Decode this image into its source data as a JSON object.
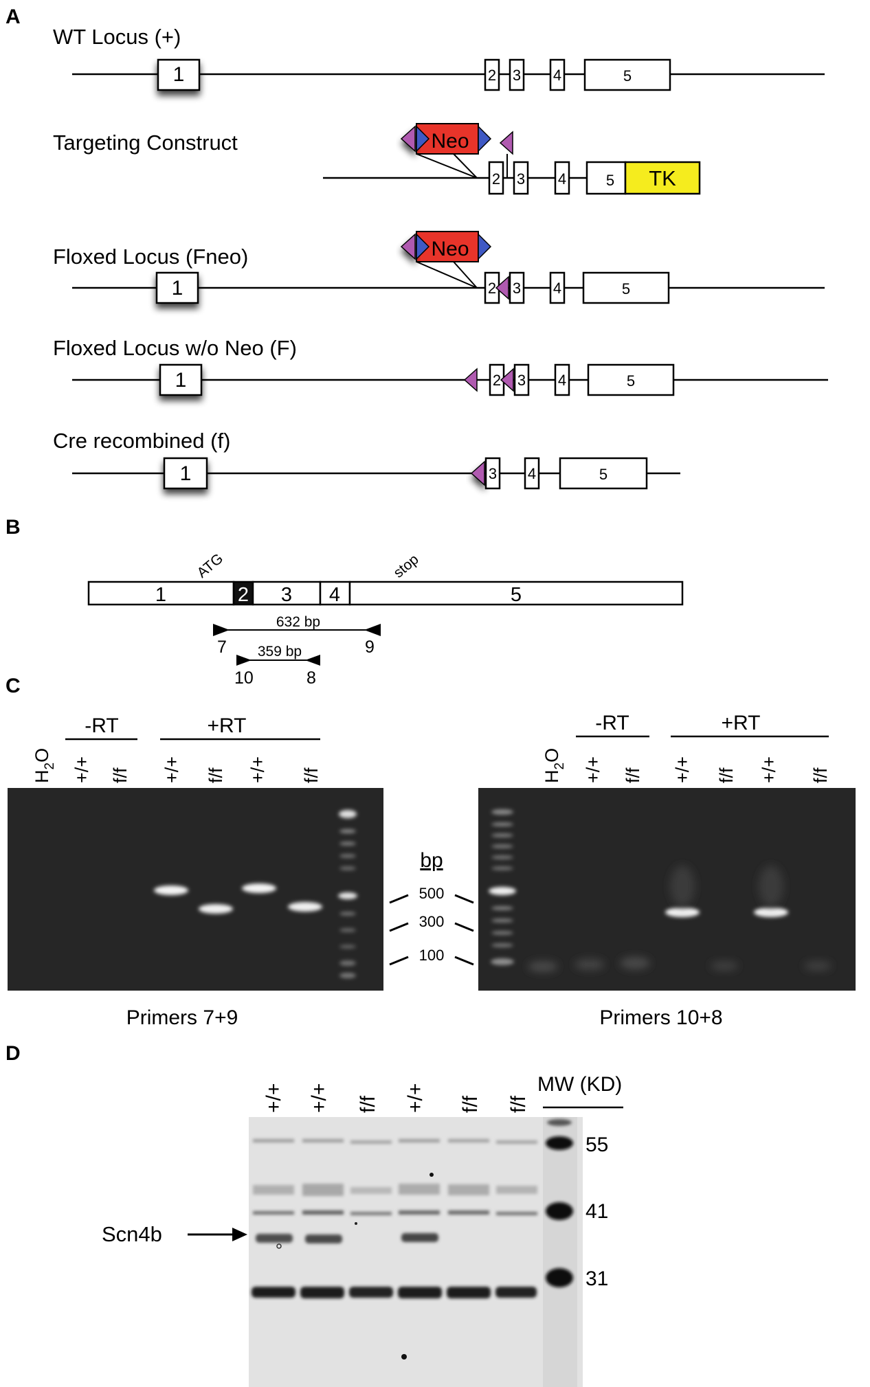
{
  "panels": {
    "A": {
      "letter": "A",
      "rows": [
        {
          "title": "WT Locus (+)"
        },
        {
          "title": "Targeting Construct"
        },
        {
          "title": "Floxed Locus (Fneo)"
        },
        {
          "title": "Floxed Locus w/o Neo (F)"
        },
        {
          "title": "Cre recombined (f)"
        }
      ],
      "exons": {
        "e1": "1",
        "e2": "2",
        "e3": "3",
        "e4": "4",
        "e5": "5"
      },
      "neo_label": "Neo",
      "tk_label": "TK"
    },
    "B": {
      "letter": "B",
      "atg": "ATG",
      "stop": "stop",
      "exons": [
        "1",
        "2",
        "3",
        "4",
        "5"
      ],
      "amplicon_long": "632 bp",
      "amplicon_short": "359 bp",
      "primers": {
        "p7": "7",
        "p9": "9",
        "p10": "10",
        "p8": "8"
      }
    },
    "C": {
      "letter": "C",
      "left": {
        "h2o": "H2O",
        "minus_rt": "-RT",
        "plus_rt": "+RT",
        "lanes": [
          "+/+",
          "f/f",
          "+/+",
          "f/f",
          "+/+",
          "f/f"
        ],
        "caption": "Primers 7+9"
      },
      "right": {
        "h2o": "H2O",
        "minus_rt": "-RT",
        "plus_rt": "+RT",
        "lanes": [
          "+/+",
          "f/f",
          "+/+",
          "f/f",
          "+/+",
          "f/f"
        ],
        "caption": "Primers 10+8"
      },
      "bp_label": "bp",
      "markers": [
        "500",
        "300",
        "100"
      ]
    },
    "D": {
      "letter": "D",
      "lanes": [
        "+/+",
        "+/+",
        "f/f",
        "+/+",
        "f/f",
        "f/f"
      ],
      "mw_label": "MW (KD)",
      "mw_values": [
        "55",
        "41",
        "31"
      ],
      "protein_label": "Scn4b"
    }
  },
  "colors": {
    "neo": "#e8342a",
    "tk": "#f5ec1e",
    "loxp": "#b05ab0",
    "frt": "#3f59c4",
    "gel_bg": "#262626",
    "blot_bg": "#e2e2e2"
  }
}
